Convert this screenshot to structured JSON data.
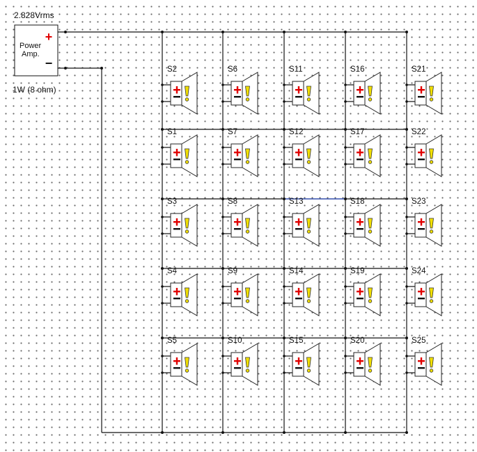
{
  "amplifier": {
    "voltage_label": "2.828Vrms",
    "name_line1": "Power",
    "name_line2": "Amp.",
    "power_label": "1W (8 ohm)",
    "plus_symbol": "+",
    "minus_symbol": "−"
  },
  "speaker_columns": [
    [
      "S2",
      "S1",
      "S3",
      "S4",
      "S5"
    ],
    [
      "S6",
      "S7",
      "S8",
      "S9",
      "S10"
    ],
    [
      "S11",
      "S12",
      "S13",
      "S14",
      "S15"
    ],
    [
      "S16",
      "S17",
      "S18",
      "S19",
      "S20"
    ],
    [
      "S21",
      "S22",
      "S23",
      "S24",
      "S25"
    ]
  ],
  "colors": {
    "wire": "#111111",
    "highlight_wire": "#3050c0",
    "plus": "#e00000",
    "warning": "#f2e000",
    "speaker_outline": "#222222"
  },
  "icons": {
    "speaker": "speaker-icon",
    "warning": "exclamation-warning-icon"
  }
}
